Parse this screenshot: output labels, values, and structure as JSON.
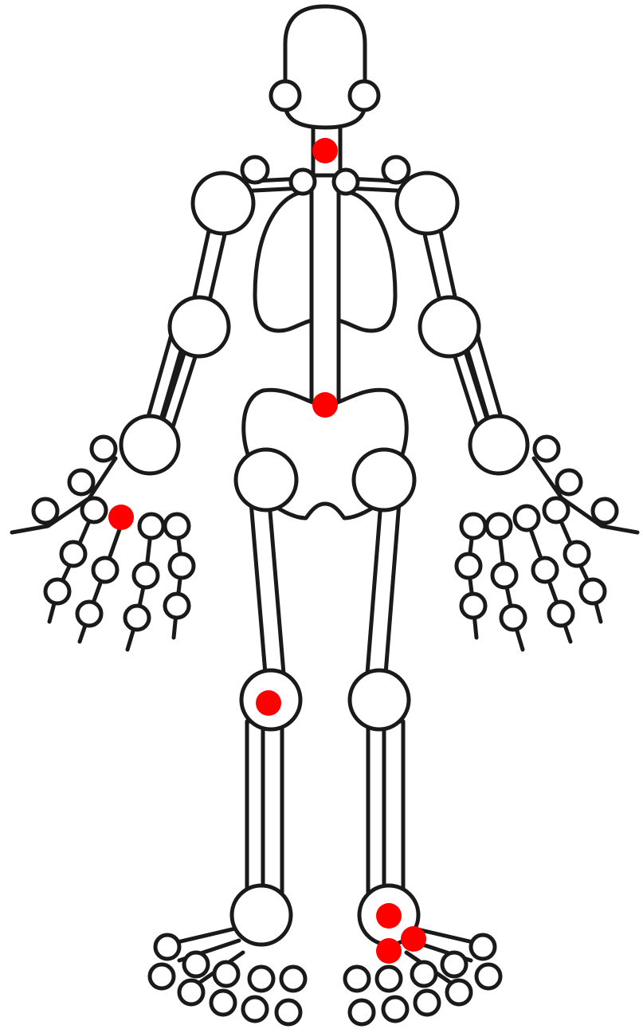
{
  "figure": {
    "subject": "skeleton-body-map",
    "outline_color": "#1a1a1a",
    "fill_color": "#ffffff",
    "marker_color": "#ff0000"
  },
  "markers": [
    {
      "id": "neck"
    },
    {
      "id": "lower-spine"
    },
    {
      "id": "right-hand-palm"
    },
    {
      "id": "right-knee"
    },
    {
      "id": "left-ankle"
    },
    {
      "id": "left-heel"
    },
    {
      "id": "left-midfoot"
    }
  ]
}
